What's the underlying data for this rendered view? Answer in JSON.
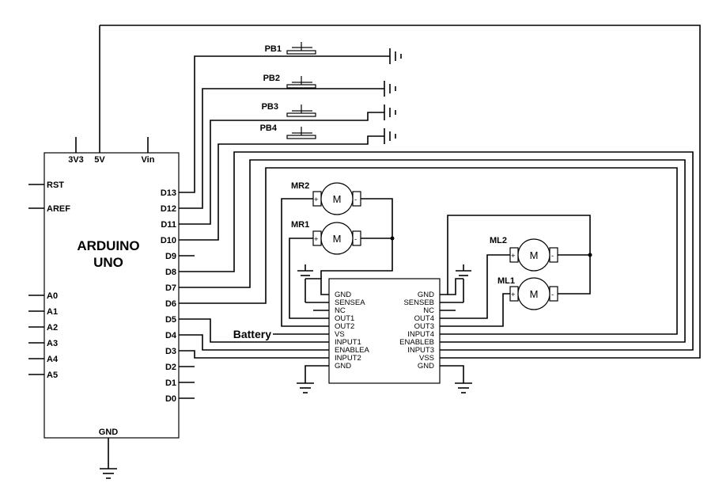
{
  "arduino": {
    "title_line1": "ARDUINO",
    "title_line2": "UNO",
    "top_pins": [
      "3V3",
      "5V",
      "Vin"
    ],
    "left_pins": [
      "RST",
      "AREF",
      "A0",
      "A1",
      "A2",
      "A3",
      "A4",
      "A5"
    ],
    "right_pins": [
      "D13",
      "D12",
      "D11",
      "D10",
      "D9",
      "D8",
      "D7",
      "D6",
      "D5",
      "D4",
      "D3",
      "D2",
      "D1",
      "D0"
    ],
    "bottom_pin": "GND"
  },
  "buttons": [
    "PB1",
    "PB2",
    "PB3",
    "PB4"
  ],
  "motors": {
    "mr2": "MR2",
    "mr1": "MR1",
    "ml2": "ML2",
    "ml1": "ML1",
    "glyph": "M",
    "plus": "+",
    "minus": "-"
  },
  "driver": {
    "left_pins": [
      "GND",
      "SENSEA",
      "NC",
      "OUT1",
      "OUT2",
      "VS",
      "INPUT1",
      "ENABLEA",
      "INPUT2",
      "GND"
    ],
    "right_pins": [
      "GND",
      "SENSEB",
      "NC",
      "OUT4",
      "OUT3",
      "INPUT4",
      "ENABLEB",
      "INPUT3",
      "VSS",
      "GND"
    ]
  },
  "battery_label": "Battery"
}
